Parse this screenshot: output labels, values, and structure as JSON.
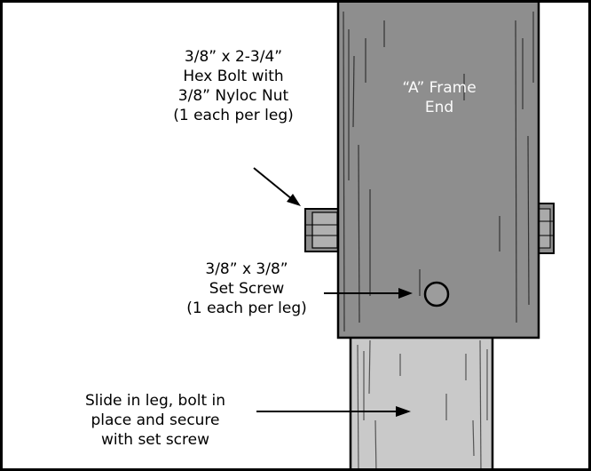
{
  "labels": {
    "frame_end": {
      "lines": [
        "“A” Frame",
        "End"
      ]
    },
    "hex_bolt": {
      "lines": [
        "3/8” x 2-3/4”",
        "Hex Bolt with",
        "3/8” Nyloc Nut",
        "(1 each per leg)"
      ]
    },
    "set_screw": {
      "lines": [
        "3/8” x 3/8”",
        "Set Screw",
        "(1 each per leg)"
      ]
    },
    "slide_leg": {
      "lines": [
        "Slide in leg, bolt in",
        "place and secure",
        "with set screw"
      ]
    }
  },
  "colors": {
    "outer_tube": "#8e8e8e",
    "inner_leg": "#c9c9c9",
    "outline": "#000000",
    "border": "#000000",
    "label_on_tube": "#fbfbfb"
  }
}
